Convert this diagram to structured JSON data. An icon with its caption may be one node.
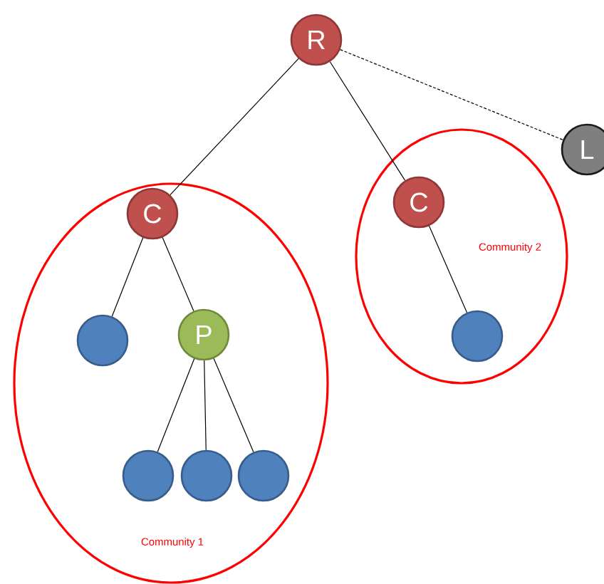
{
  "diagram": {
    "nodes": [
      {
        "text": [
          "R"
        ]
      },
      {
        "text": [
          "Community 1"
        ]
      },
      {
        "text": [
          "C"
        ],
        "in": 1
      },
      {
        "text": [],
        "shape": "circle",
        "in": 1
      },
      {
        "text": [
          "P"
        ],
        "in": 1
      },
      {
        "text": [],
        "shape": "circle",
        "in": 1
      },
      {
        "text": [],
        "shape": "circle",
        "in": 1
      },
      {
        "text": [],
        "shape": "circle",
        "in": 1
      },
      {
        "text": [
          "Community 2"
        ]
      },
      {
        "text": [
          "C"
        ],
        "in": 8
      },
      {
        "text": [],
        "shape": "circle",
        "in": 8
      },
      {
        "text": [
          "L"
        ]
      }
    ],
    "edges": [
      {
        "from": 0,
        "to": 2,
        "arrow": "none"
      },
      {
        "from": 0,
        "to": 9,
        "arrow": "none"
      },
      {
        "from": 0,
        "to": 11,
        "arrow": "none",
        "style": "dashed"
      },
      {
        "from": 2,
        "to": 3,
        "arrow": "none"
      },
      {
        "from": 2,
        "to": 4,
        "arrow": "none"
      },
      {
        "from": 4,
        "to": 5,
        "arrow": "none"
      },
      {
        "from": 4,
        "to": 6,
        "arrow": "none"
      },
      {
        "from": 4,
        "to": 7,
        "arrow": "none"
      },
      {
        "from": 9,
        "to": 10,
        "arrow": "none"
      }
    ]
  }
}
